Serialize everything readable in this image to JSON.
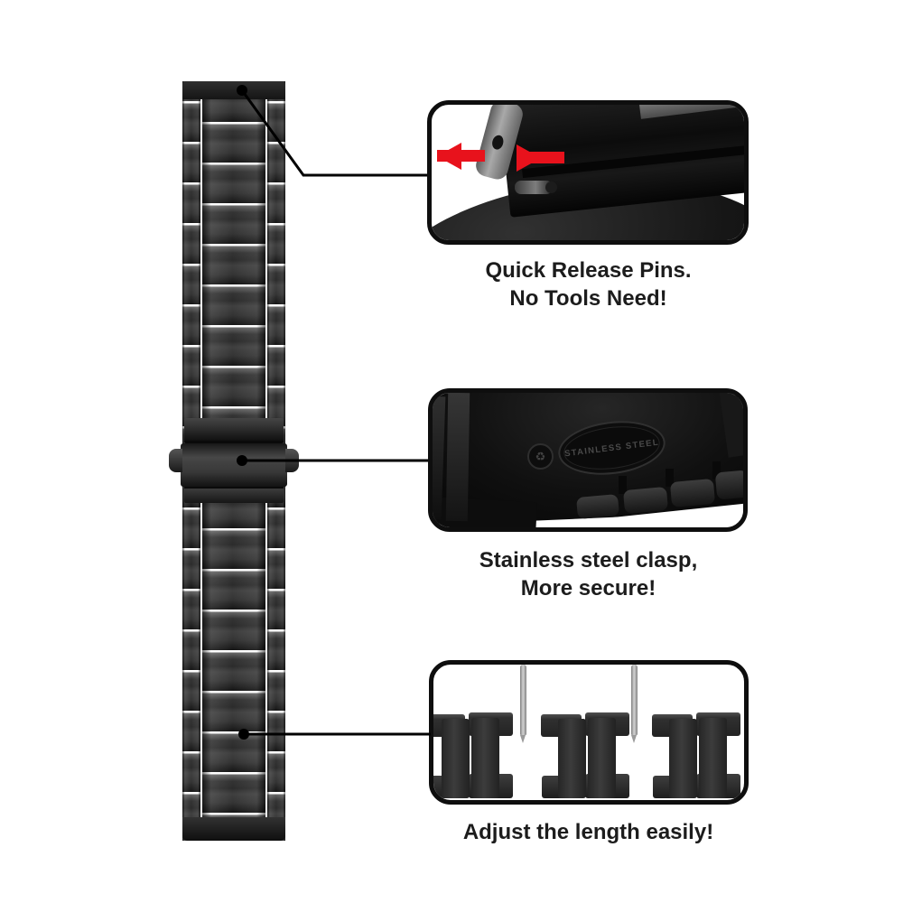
{
  "callouts": [
    {
      "lines": [
        "Quick Release Pins.",
        "No Tools Need!"
      ]
    },
    {
      "lines": [
        "Stainless steel clasp,",
        "More secure!"
      ]
    },
    {
      "lines": [
        "Adjust the length easily!"
      ]
    }
  ],
  "panels": [
    {
      "name": "quick-release-pins-photo",
      "icons": [
        "left-arrow-icon",
        "right-arrow-icon"
      ]
    },
    {
      "name": "clasp-photo",
      "embossed_text": "STAINLESS STEEL",
      "logo": "recycle-mark"
    },
    {
      "name": "adjust-length-photo",
      "icons": [
        "spring-bar-pin",
        "spring-bar-pin"
      ]
    }
  ],
  "colors": {
    "background": "#ffffff",
    "callout_line": "#000000",
    "caption_text": "#1c1c1c",
    "arrow_red": "#e8121c",
    "panel_border": "#0e0e0e",
    "metal_dark": "#2d2d2d",
    "pin_silver": "#b5b5b5"
  }
}
